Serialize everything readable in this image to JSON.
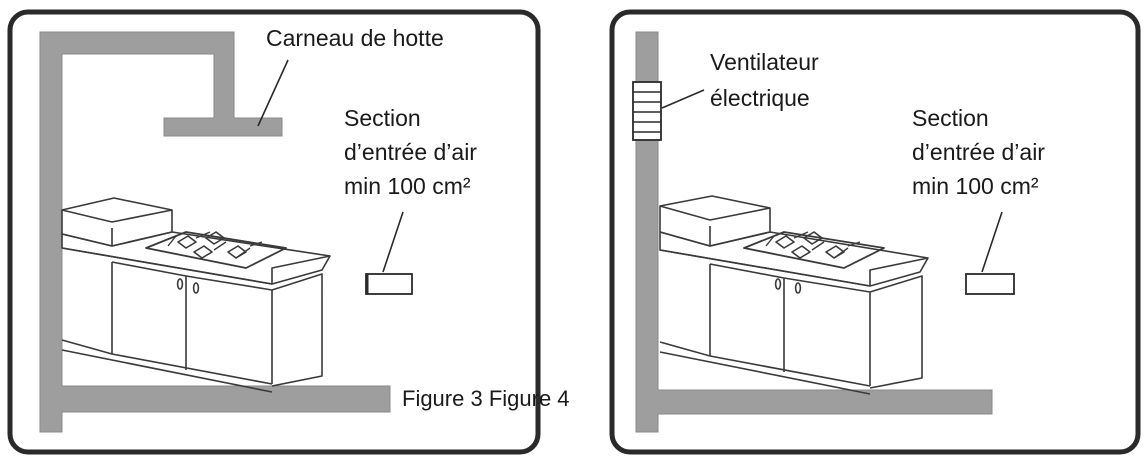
{
  "colors": {
    "frame": "#2a2a2a",
    "wall": "#9e9e9e",
    "line": "#3a3a3a",
    "background": "#ffffff"
  },
  "figure3": {
    "hood_duct_label": "Carneau de hotte",
    "air_inlet_label": [
      "Section",
      "d’entrée d’air",
      "min 100 cm²"
    ]
  },
  "figure4": {
    "fan_label": [
      "Ventilateur",
      "électrique"
    ],
    "air_inlet_label": [
      "Section",
      "d’entrée d’air",
      "min 100 cm²"
    ]
  },
  "caption": "Figure 3 Figure 4"
}
